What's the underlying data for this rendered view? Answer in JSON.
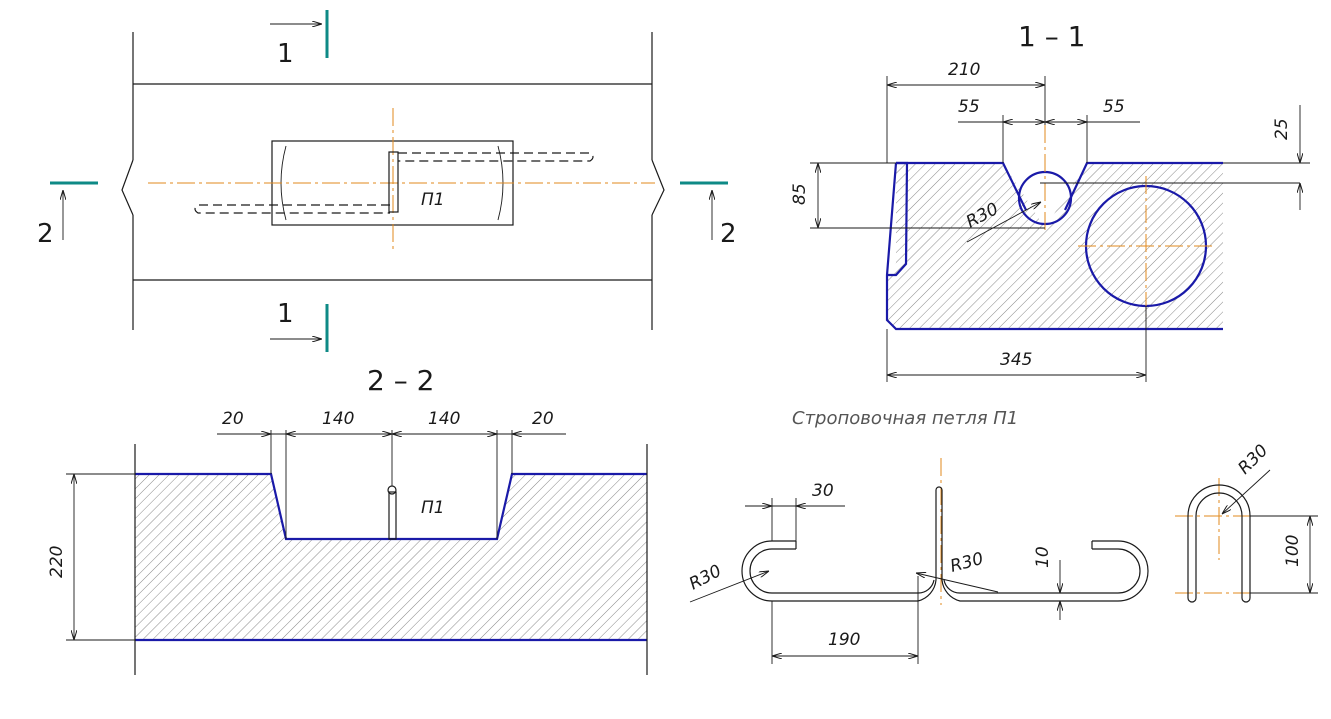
{
  "colors": {
    "lines": "#1a1a1a",
    "outline_blue": "#1a1aa8",
    "axis_orange": "#e08a1e",
    "section_marker": "#0e8a86"
  },
  "plan": {
    "cut1_top": "1",
    "cut1_bottom": "1",
    "cut2_left": "2",
    "cut2_right": "2",
    "loop_label": "П1"
  },
  "section_1_1": {
    "title": "1 – 1",
    "dim_210": "210",
    "dim_55_left": "55",
    "dim_55_right": "55",
    "dim_25": "25",
    "dim_85": "85",
    "radius": "R30",
    "dim_345": "345"
  },
  "section_2_2": {
    "title": "2 – 2",
    "dim_20_left": "20",
    "dim_140_left": "140",
    "dim_140_right": "140",
    "dim_20_right": "20",
    "dim_220": "220",
    "loop_label": "П1"
  },
  "loop_detail": {
    "caption": "Строповочная петля П1",
    "dim_30": "30",
    "radius_left": "R30",
    "radius_middle": "R30",
    "dim_10": "10",
    "dim_190": "190",
    "radius_end": "R30",
    "dim_100": "100"
  }
}
